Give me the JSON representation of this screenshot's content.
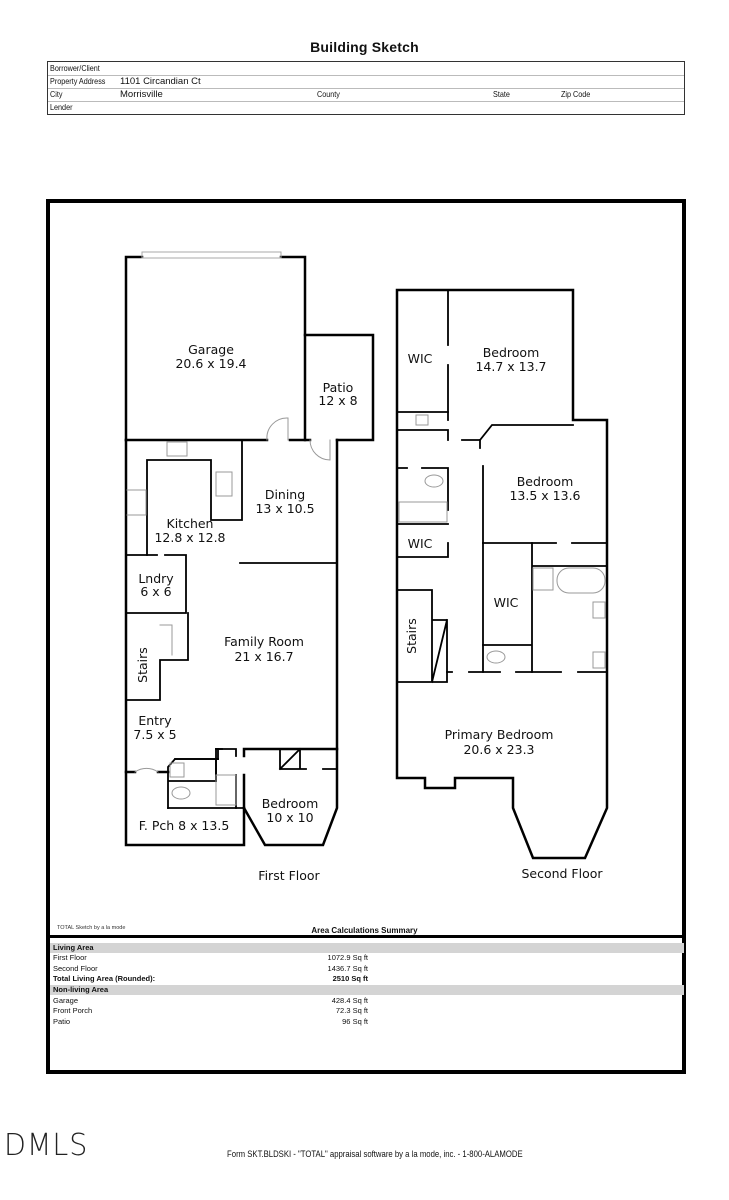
{
  "document": {
    "title": "Building Sketch"
  },
  "header_form": {
    "borrower_label": "Borrower/Client",
    "borrower_value": "",
    "address_label": "Property Address",
    "address_value": "1101 Circandian Ct",
    "city_label": "City",
    "city_value": "Morrisville",
    "county_label": "County",
    "county_value": "",
    "state_label": "State",
    "state_value": "",
    "zip_label": "Zip Code",
    "zip_value": "",
    "lender_label": "Lender",
    "lender_value": ""
  },
  "first_floor": {
    "label": "First Floor",
    "rooms": {
      "garage": {
        "name": "Garage",
        "dims": "20.6 x 19.4"
      },
      "patio": {
        "name": "Patio",
        "dims": "12 x 8"
      },
      "dining": {
        "name": "Dining",
        "dims": "13 x 10.5"
      },
      "kitchen": {
        "name": "Kitchen",
        "dims": "12.8 x 12.8"
      },
      "laundry": {
        "name": "Lndry",
        "dims": "6 x 6"
      },
      "family": {
        "name": "Family Room",
        "dims": "21 x 16.7"
      },
      "stairs": {
        "name": "Stairs"
      },
      "entry": {
        "name": "Entry",
        "dims": "7.5 x 5"
      },
      "porch": {
        "name": "F. Pch 8 x 13.5"
      },
      "bedroom": {
        "name": "Bedroom",
        "dims": "10 x 10"
      }
    }
  },
  "second_floor": {
    "label": "Second Floor",
    "rooms": {
      "wic1": {
        "name": "WIC"
      },
      "bedroom1": {
        "name": "Bedroom",
        "dims": "14.7 x 13.7"
      },
      "bedroom2": {
        "name": "Bedroom",
        "dims": "13.5 x 13.6"
      },
      "wic2": {
        "name": "WIC"
      },
      "wic3": {
        "name": "WIC"
      },
      "stairs": {
        "name": "Stairs"
      },
      "primary": {
        "name": "Primary Bedroom",
        "dims": "20.6 x 23.3"
      }
    }
  },
  "summary": {
    "sketch_note": "TOTAL Sketch by a la mode",
    "title": "Area Calculations Summary",
    "living_header": "Living Area",
    "living_rows": [
      {
        "label": "First Floor",
        "value": "1072.9 Sq ft"
      },
      {
        "label": "Second Floor",
        "value": "1436.7 Sq ft"
      }
    ],
    "total": {
      "label": "Total Living Area (Rounded):",
      "value": "2510 Sq ft"
    },
    "nonliving_header": "Non-living Area",
    "nonliving_rows": [
      {
        "label": "Garage",
        "value": "428.4 Sq ft"
      },
      {
        "label": "Front Porch",
        "value": "72.3 Sq ft"
      },
      {
        "label": "Patio",
        "value": "96 Sq ft"
      }
    ]
  },
  "footer": {
    "logo": "DMLS",
    "form_text": "Form SKT.BLDSKI - \"TOTAL\" appraisal software by a la mode, inc. - 1-800-ALAMODE"
  }
}
